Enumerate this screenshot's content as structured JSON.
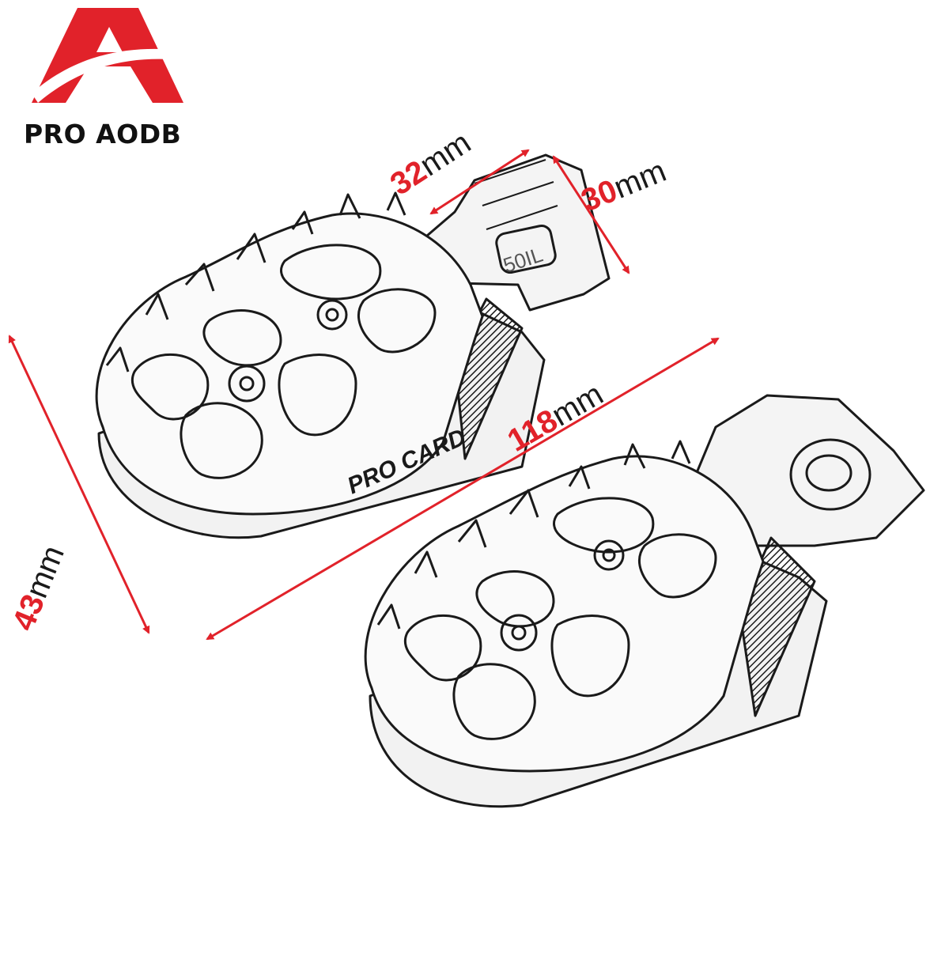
{
  "brand": {
    "logo_letter": "A",
    "name": "PRO AODB"
  },
  "product": {
    "engraving_text": "PRO CARD",
    "part_stamp": "50IL"
  },
  "dimensions": {
    "width": {
      "value": "32",
      "unit": "mm"
    },
    "height": {
      "value": "30",
      "unit": "mm"
    },
    "length": {
      "value": "118",
      "unit": "mm"
    },
    "depth": {
      "value": "43",
      "unit": "mm"
    }
  },
  "colors": {
    "accent": "#e1222a",
    "line": "#1a1a1a",
    "background": "#ffffff"
  },
  "icons": [
    "brand-logo-icon",
    "arrow-icon"
  ]
}
